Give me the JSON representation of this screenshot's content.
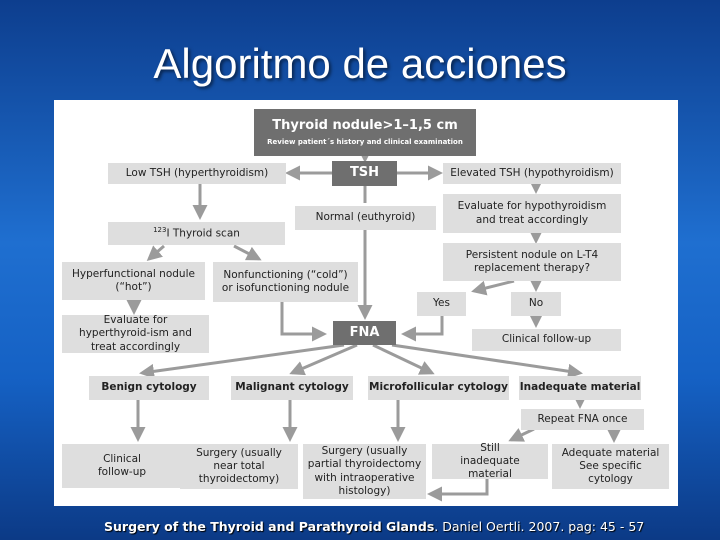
{
  "title": "Algoritmo de acciones",
  "nodes": {
    "nodule": "Thyroid nodule>1–1,5 cm",
    "nodule_sub": "Review patient´s history and clinical examination",
    "tsh": "TSH",
    "low_tsh": "Low TSH (hyperthyroidism)",
    "elevated_tsh": "Elevated TSH (hypothyroidism)",
    "normal": "Normal (euthyroid)",
    "eval_hypo": "Evaluate for hypothyroidism and treat accordingly",
    "scan_sup": "123",
    "scan": "I Thyroid scan",
    "persistent": "Persistent nodule on L-T4 replacement therapy?",
    "hot": "Hyperfunctional nodule (“hot”)",
    "cold": "Nonfunctioning (“cold”) or isofunctioning nodule",
    "yes": "Yes",
    "no": "No",
    "eval_hyper": "Evaluate for hyperthyroid-ism and treat accordingly",
    "fna": "FNA",
    "followup_right": "Clinical follow-up",
    "benign": "Benign cytology",
    "malignant": "Malignant cytology",
    "microfollicular": "Microfollicular cytology",
    "inadequate": "Inadequate material",
    "repeat": "Repeat FNA once",
    "clinical_followup": "Clinical follow-up",
    "surgery_total": "Surgery (usually near total thyroidectomy)",
    "surgery_partial": "Surgery (usually partial thyroidectomy with intraoperative histology)",
    "still_inadequate": "Still inadequate material",
    "adequate": "Adequate material See specific cytology"
  },
  "citation": {
    "title": "Surgery of the Thyroid and Parathyroid Glands",
    "rest": ". Daniel Oertli. 2007. pag: 45 - 57"
  },
  "colors": {
    "dark_box": "#6f6f6f",
    "light_box": "#dedede",
    "arrow": "#9b9b9b"
  }
}
